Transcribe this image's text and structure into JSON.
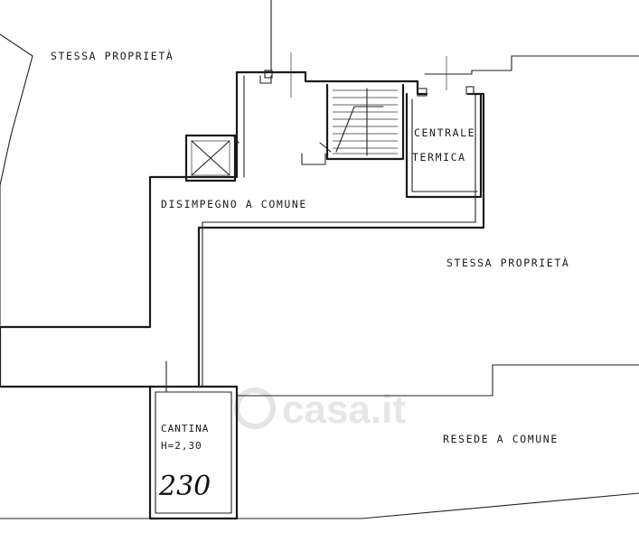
{
  "labels": {
    "stessa_proprieta_top": "STESSA PROPRIETÀ",
    "stessa_proprieta_right": "STESSA PROPRIETÀ",
    "centrale_line1": "CENTRALE",
    "centrale_line2": "TERMICA",
    "disimpegno": "DISIMPEGNO A COMUNE",
    "resede": "RESEDE A COMUNE",
    "cantina": "CANTINA",
    "cantina_height": "H=2,30",
    "cantina_number": "230"
  },
  "watermark": "casa.it",
  "colors": {
    "ink": "#1a1a1a",
    "paper": "#ffffff",
    "watermark": "#e4e4e4"
  }
}
